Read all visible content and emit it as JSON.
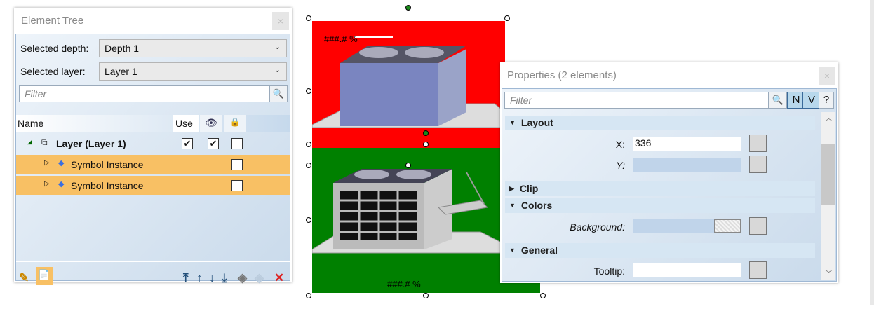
{
  "canvas": {
    "red_color": "#ff0000",
    "green_color": "#008000",
    "top_label": "###.# %",
    "bottom_label": "###.# %"
  },
  "element_tree": {
    "title": "Element Tree",
    "close": "×",
    "depth_label": "Selected depth:",
    "depth_value": "Depth 1",
    "layer_label": "Selected layer:",
    "layer_value": "Layer 1",
    "filter_placeholder": "Filter",
    "columns": {
      "name": "Name",
      "use": "Use"
    },
    "rows": [
      {
        "label": "Layer (Layer 1)",
        "use": true,
        "visible": true,
        "locked": false
      },
      {
        "label": "Symbol Instance",
        "locked": false
      },
      {
        "label": "Symbol Instance",
        "locked": false
      }
    ],
    "toolbar": [
      "pick-icon",
      "copy-icon",
      "move-top-icon",
      "move-up-icon",
      "move-down-icon",
      "move-bottom-icon",
      "add-layer-icon",
      "remove-layer-icon",
      "delete-icon"
    ]
  },
  "properties": {
    "title": "Properties (2 elements)",
    "close": "×",
    "filter_placeholder": "Filter",
    "btn_n": "N",
    "btn_v": "V",
    "btn_help": "?",
    "sections": {
      "layout": "Layout",
      "clip": "Clip",
      "colors": "Colors",
      "general": "General"
    },
    "fields": {
      "x_label": "X:",
      "x_value": "336",
      "y_label": "Y:",
      "y_value": "",
      "bg_label": "Background:",
      "tooltip_label": "Tooltip:",
      "tooltip_value": ""
    }
  }
}
